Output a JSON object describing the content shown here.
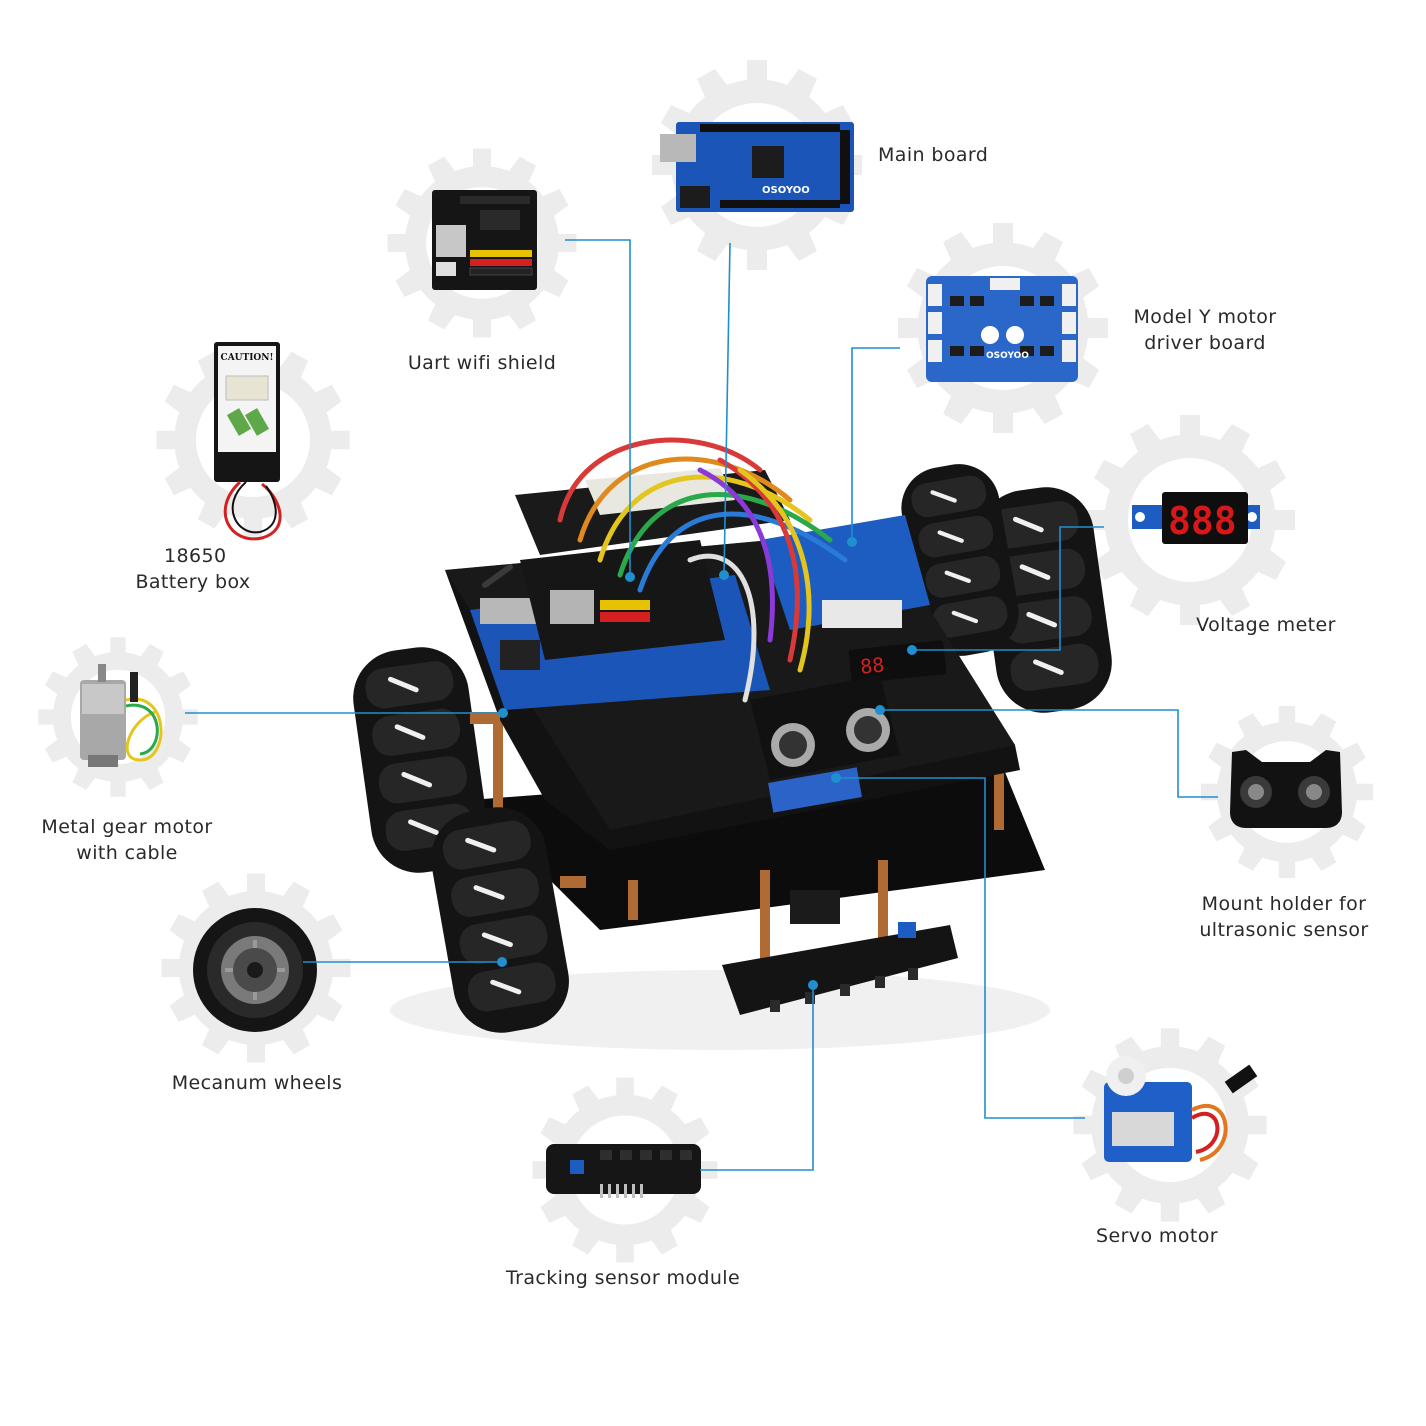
{
  "colors": {
    "accent_line": "#1f8fd0",
    "gear": "#ececec",
    "text": "#2a2a2a",
    "board_blue": "#1b55b8",
    "pcb_black": "#151515"
  },
  "components": {
    "main_board": {
      "lines": [
        "Main board"
      ],
      "icon": "arduino-mega-board"
    },
    "uart_wifi_shield": {
      "lines": [
        "Uart wifi shield"
      ],
      "icon": "wifi-shield-board"
    },
    "motor_driver": {
      "lines": [
        "Model Y motor",
        "driver board"
      ],
      "icon": "motor-driver-board",
      "board_text": "OSOYOO"
    },
    "battery_box": {
      "lines": [
        "18650",
        "Battery box"
      ],
      "icon": "battery-box",
      "caution_text": "CAUTION!"
    },
    "voltage_meter": {
      "lines": [
        "Voltage meter"
      ],
      "icon": "voltage-meter-display",
      "display_text": "888"
    },
    "gear_motor": {
      "lines": [
        "Metal gear motor",
        "with cable"
      ],
      "icon": "gear-motor"
    },
    "ultrasonic_mount": {
      "lines": [
        "Mount holder for",
        "ultrasonic sensor"
      ],
      "icon": "ultrasonic-mount-holder"
    },
    "mecanum_wheels": {
      "lines": [
        "Mecanum wheels"
      ],
      "icon": "mecanum-wheel"
    },
    "servo_motor": {
      "lines": [
        "Servo motor"
      ],
      "icon": "servo-motor"
    },
    "tracking_sensor": {
      "lines": [
        "Tracking sensor module"
      ],
      "icon": "tracking-sensor-board"
    }
  }
}
